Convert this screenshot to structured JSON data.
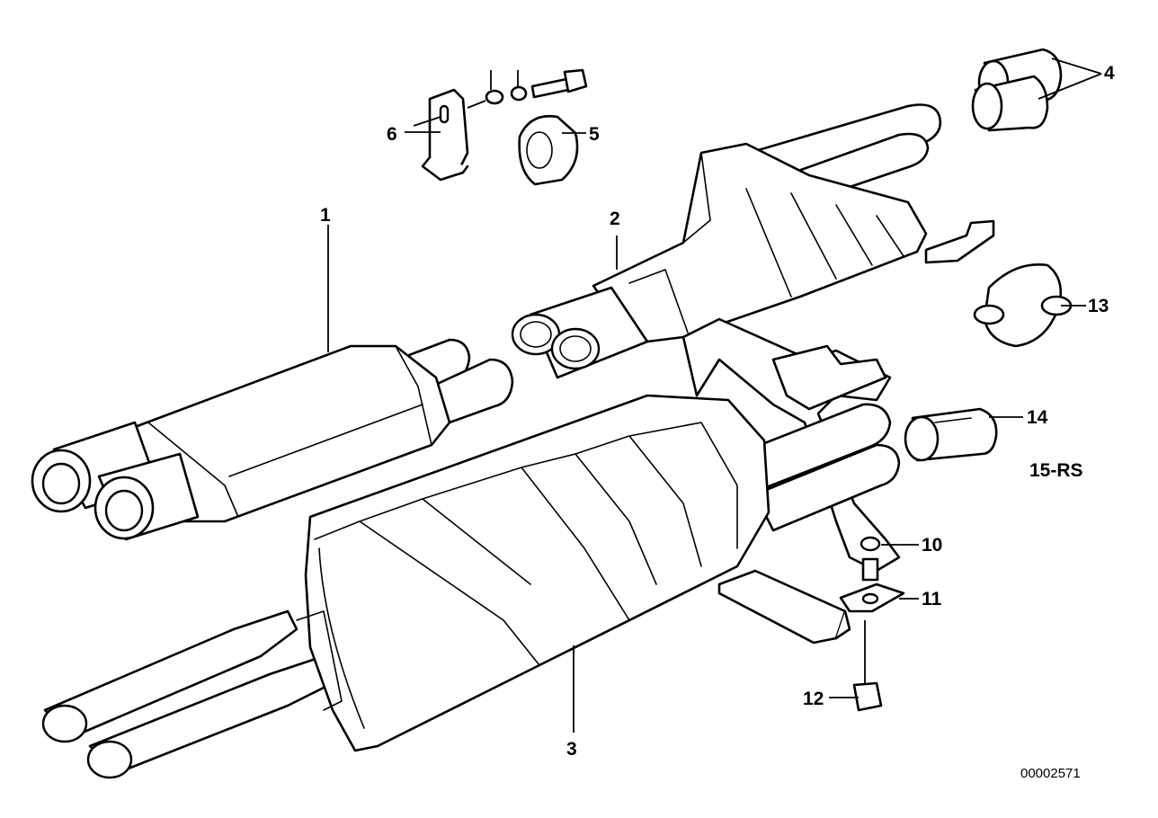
{
  "callouts": {
    "c1": "1",
    "c2": "2",
    "c3": "3",
    "c4": "4",
    "c5": "5",
    "c6": "6",
    "c10": "10",
    "c11": "11",
    "c12": "12",
    "c13": "13",
    "c14": "14"
  },
  "variant_note": "15-RS",
  "diagram_ref": "00002571"
}
